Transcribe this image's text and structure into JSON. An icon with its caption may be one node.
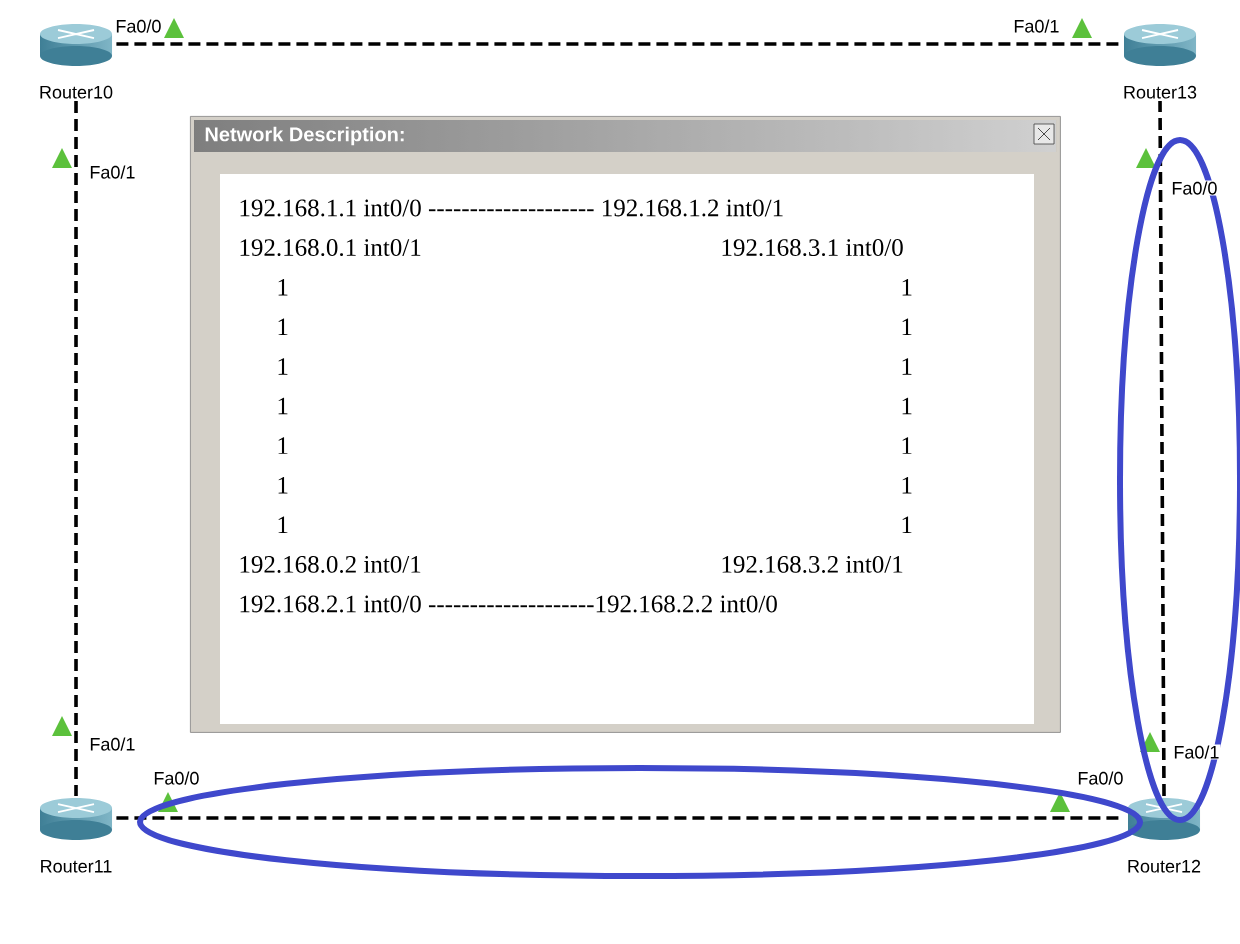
{
  "diagram": {
    "nodes": [
      {
        "text": [
          "Router10"
        ]
      },
      {
        "text": [
          "Router13"
        ]
      },
      {
        "text": [
          "Router11"
        ]
      },
      {
        "text": [
          "Router12"
        ]
      },
      {
        "text": [
          "Network Description:",
          "192.168.1.1 int0/0 -------------------- 192.168.1.2 int0/1",
          "192.168.0.1 int0/1",
          "192.168.3.1 int0/0",
          "1",
          "1",
          "1",
          "1",
          "1",
          "1",
          "1",
          "1",
          "1",
          "1",
          "1",
          "1",
          "1",
          "1",
          "192.168.0.2 int0/1",
          "192.168.3.2 int0/1",
          "192.168.2.1 int0/0 --------------------192.168.2.2 int0/0"
        ]
      }
    ],
    "edges": [
      {
        "from": 0,
        "to": 1,
        "arrow": "none"
      },
      {
        "from": 0,
        "to": 2,
        "arrow": "none"
      },
      {
        "from": 2,
        "to": 3,
        "arrow": "none"
      },
      {
        "from": 3,
        "to": 1,
        "arrow": "none"
      }
    ],
    "labels": [
      "Fa0/0",
      "Fa0/1",
      "Fa0/1",
      "Fa0/0",
      "Fa0/1",
      "Fa0/1",
      "Fa0/0",
      "Fa0/0"
    ]
  }
}
